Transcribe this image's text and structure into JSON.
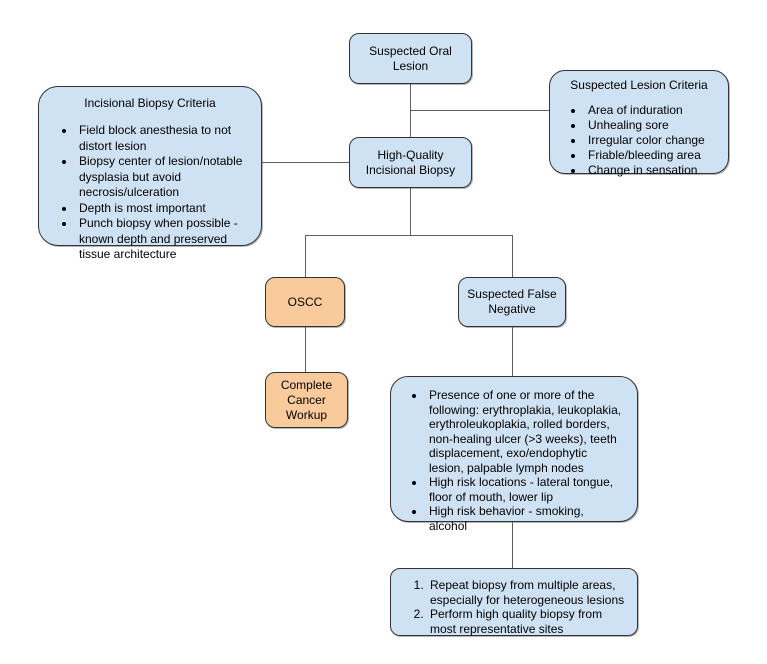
{
  "colors": {
    "box_blue": "#cfe2f3",
    "box_orange": "#f9cb9c",
    "border": "#333333",
    "connector": "#5f5f5f"
  },
  "nodes": {
    "suspected_oral_lesion": {
      "label": "Suspected Oral Lesion"
    },
    "incisional_biopsy_criteria": {
      "title": "Incisional Biopsy Criteria",
      "bullets": [
        "Field block anesthesia to not distort lesion",
        "Biopsy center of lesion/notable dysplasia but avoid necrosis/ulceration",
        "Depth is most important",
        "Punch biopsy when possible - known depth and preserved tissue architecture"
      ]
    },
    "suspected_lesion_criteria": {
      "title": "Suspected Lesion Criteria",
      "bullets": [
        "Area of induration",
        "Unhealing sore",
        "Irregular color change",
        "Friable/bleeding area",
        "Change in sensation"
      ]
    },
    "high_quality_incisional_biopsy": {
      "label": "High-Quality Incisional Biopsy"
    },
    "oscc": {
      "label": "OSCC"
    },
    "suspected_false_negative": {
      "label": "Suspected False Negative"
    },
    "complete_cancer_workup": {
      "label": "Complete Cancer Workup"
    },
    "false_negative_criteria": {
      "bullets": [
        "Presence of one or more of the following: erythroplakia, leukoplakia, erythroleukoplakia, rolled borders, non-healing ulcer (>3 weeks), teeth displacement, exo/endophytic lesion, palpable lymph nodes",
        "High risk locations - lateral tongue, floor of mouth, lower lip",
        "High risk behavior - smoking, alcohol"
      ]
    },
    "false_negative_actions": {
      "steps": [
        "Repeat biopsy from multiple areas, especially for heterogeneous lesions",
        "Perform high quality biopsy from most representative sites"
      ]
    }
  }
}
